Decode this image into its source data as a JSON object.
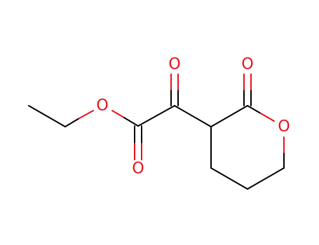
{
  "molecule": {
    "atoms": {
      "o_ester": {
        "label": "O"
      },
      "o_carbonyl_ester": {
        "label": "O"
      },
      "o_keto": {
        "label": "O"
      },
      "o_lactone_carbonyl": {
        "label": "O"
      },
      "o_ring": {
        "label": "O"
      }
    },
    "colors": {
      "bond": "#000000",
      "oxygen": "#e8101a",
      "background": "#ffffff"
    }
  }
}
